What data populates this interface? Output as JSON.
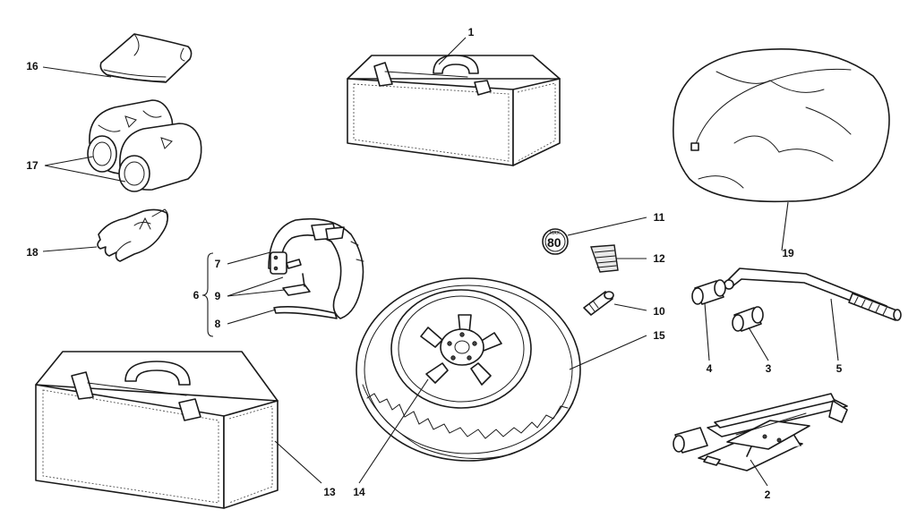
{
  "callouts": {
    "c1": "1",
    "c2": "2",
    "c3": "3",
    "c4": "4",
    "c5": "5",
    "c6": "6",
    "c7": "7",
    "c8": "8",
    "c9": "9",
    "c10": "10",
    "c11": "11",
    "c12": "12",
    "c13": "13",
    "c14": "14",
    "c15": "15",
    "c16": "16",
    "c17": "17",
    "c18": "18",
    "c19": "19"
  },
  "speed_sign": {
    "value": "80",
    "small": "MAX"
  },
  "colors": {
    "ink": "#1a1a1a",
    "background": "#ffffff"
  }
}
